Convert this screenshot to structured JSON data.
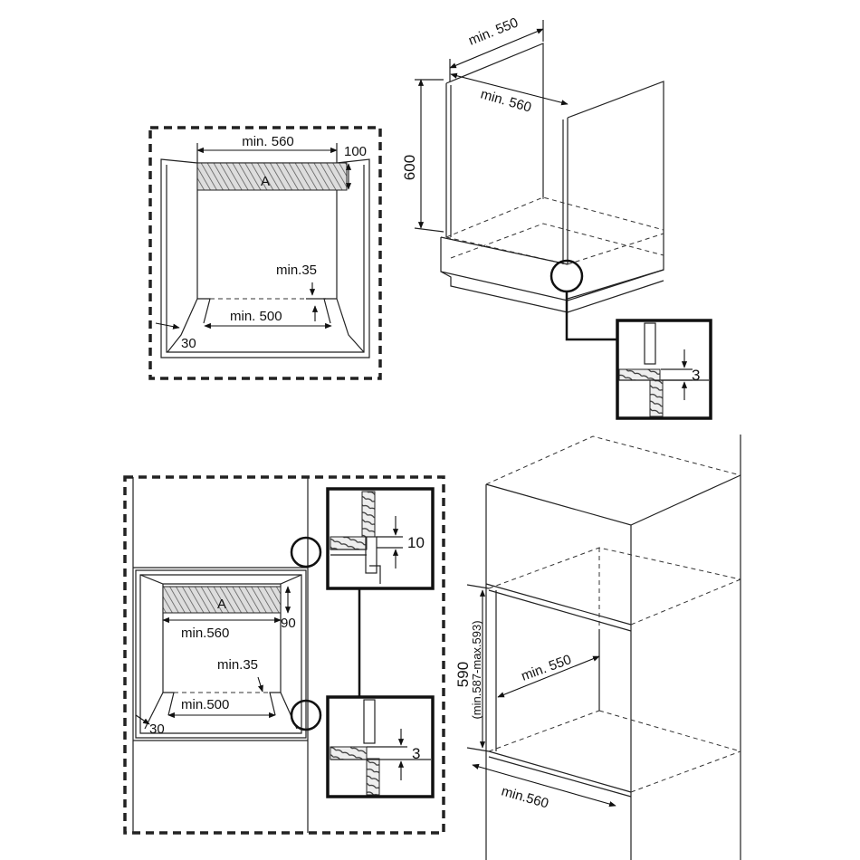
{
  "top_left": {
    "width_label": "min. 560",
    "height_label": "100",
    "zone_label": "A",
    "gap_label": "min.35",
    "floor_label": "min. 500",
    "side_label": "30"
  },
  "top_right": {
    "depth_label": "min. 550",
    "width_label": "min. 560",
    "height_label": "600",
    "detail_gap_label": "3"
  },
  "bottom_left": {
    "zone_label": "A",
    "width_label": "min.560",
    "height_label": "90",
    "gap_label": "min.35",
    "floor_label": "min.500",
    "side_label": "30",
    "detail_top_label": "10",
    "detail_bottom_label": "3"
  },
  "bottom_right": {
    "height_label": "590",
    "height_range_label": "(min.587-max.593)",
    "depth_label": "min. 550",
    "width_label": "min.560"
  }
}
